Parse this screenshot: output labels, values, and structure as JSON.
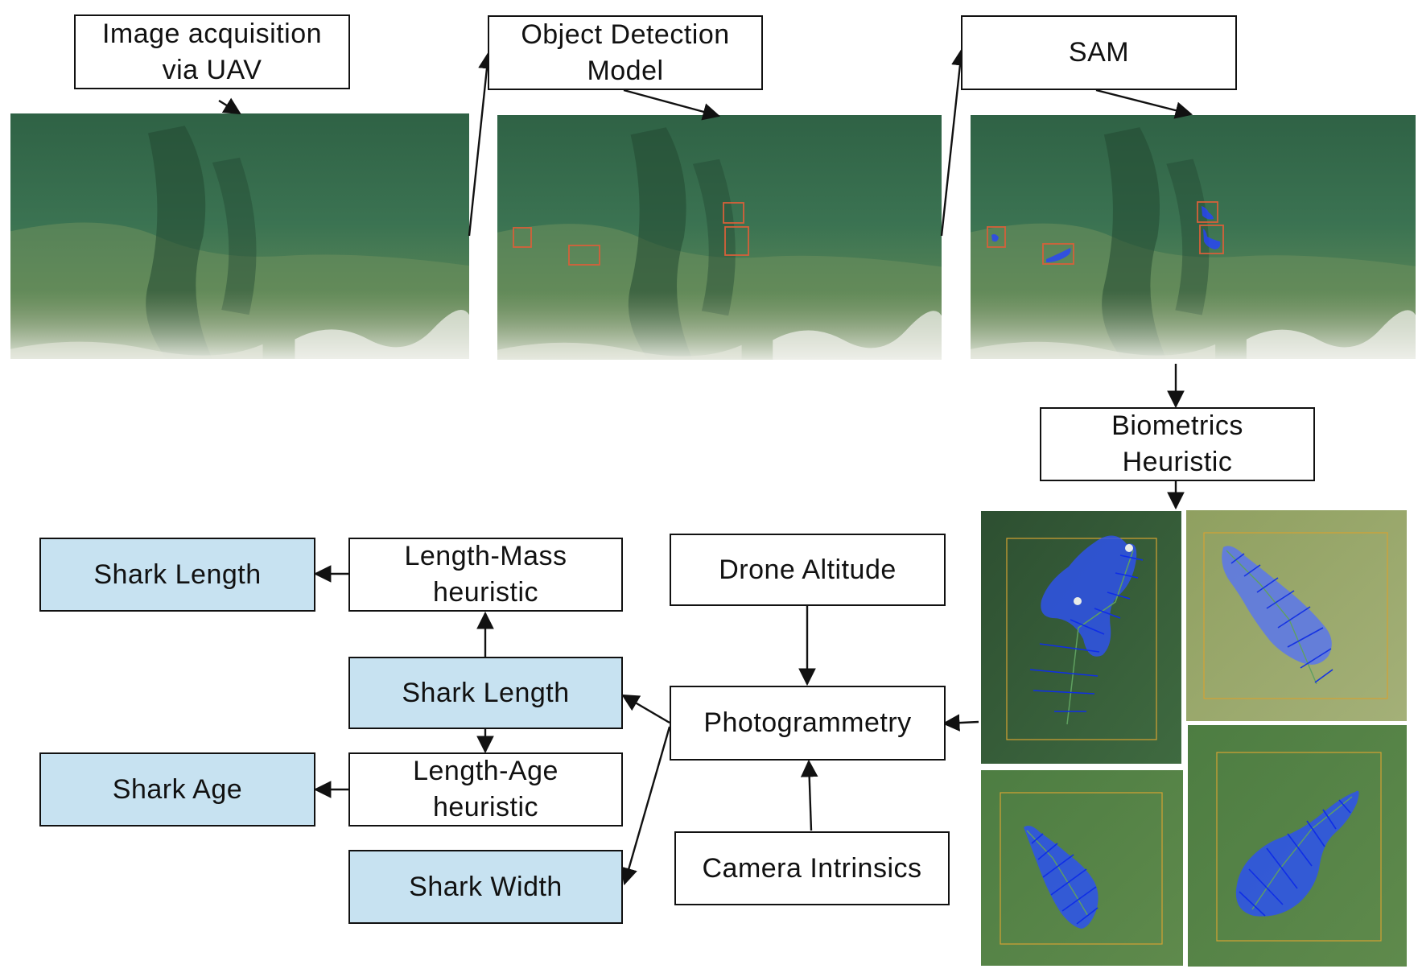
{
  "boxes": {
    "acquisition": "Image acquisition\nvia UAV",
    "detection": "Object Detection\nModel",
    "sam": "SAM",
    "biometrics": "Biometrics\nHeuristic",
    "length_mass": "Length-Mass\nheuristic",
    "length_age": "Length-Age\nheuristic",
    "drone_altitude": "Drone Altitude",
    "photogrammetry": "Photogrammetry",
    "camera_intrinsics": "Camera Intrinsics",
    "shark_length_top": "Shark Length",
    "shark_length_mid": "Shark Length",
    "shark_age": "Shark Age",
    "shark_width": "Shark Width"
  },
  "colors": {
    "output_fill": "#c7e2f1",
    "box_border": "#111111",
    "water_dark": "#2c5a3e",
    "water_light": "#5f8c5d",
    "detection_box": "#d5603a",
    "mask": "#2742ff",
    "crop_bbox": "#d4a233"
  }
}
